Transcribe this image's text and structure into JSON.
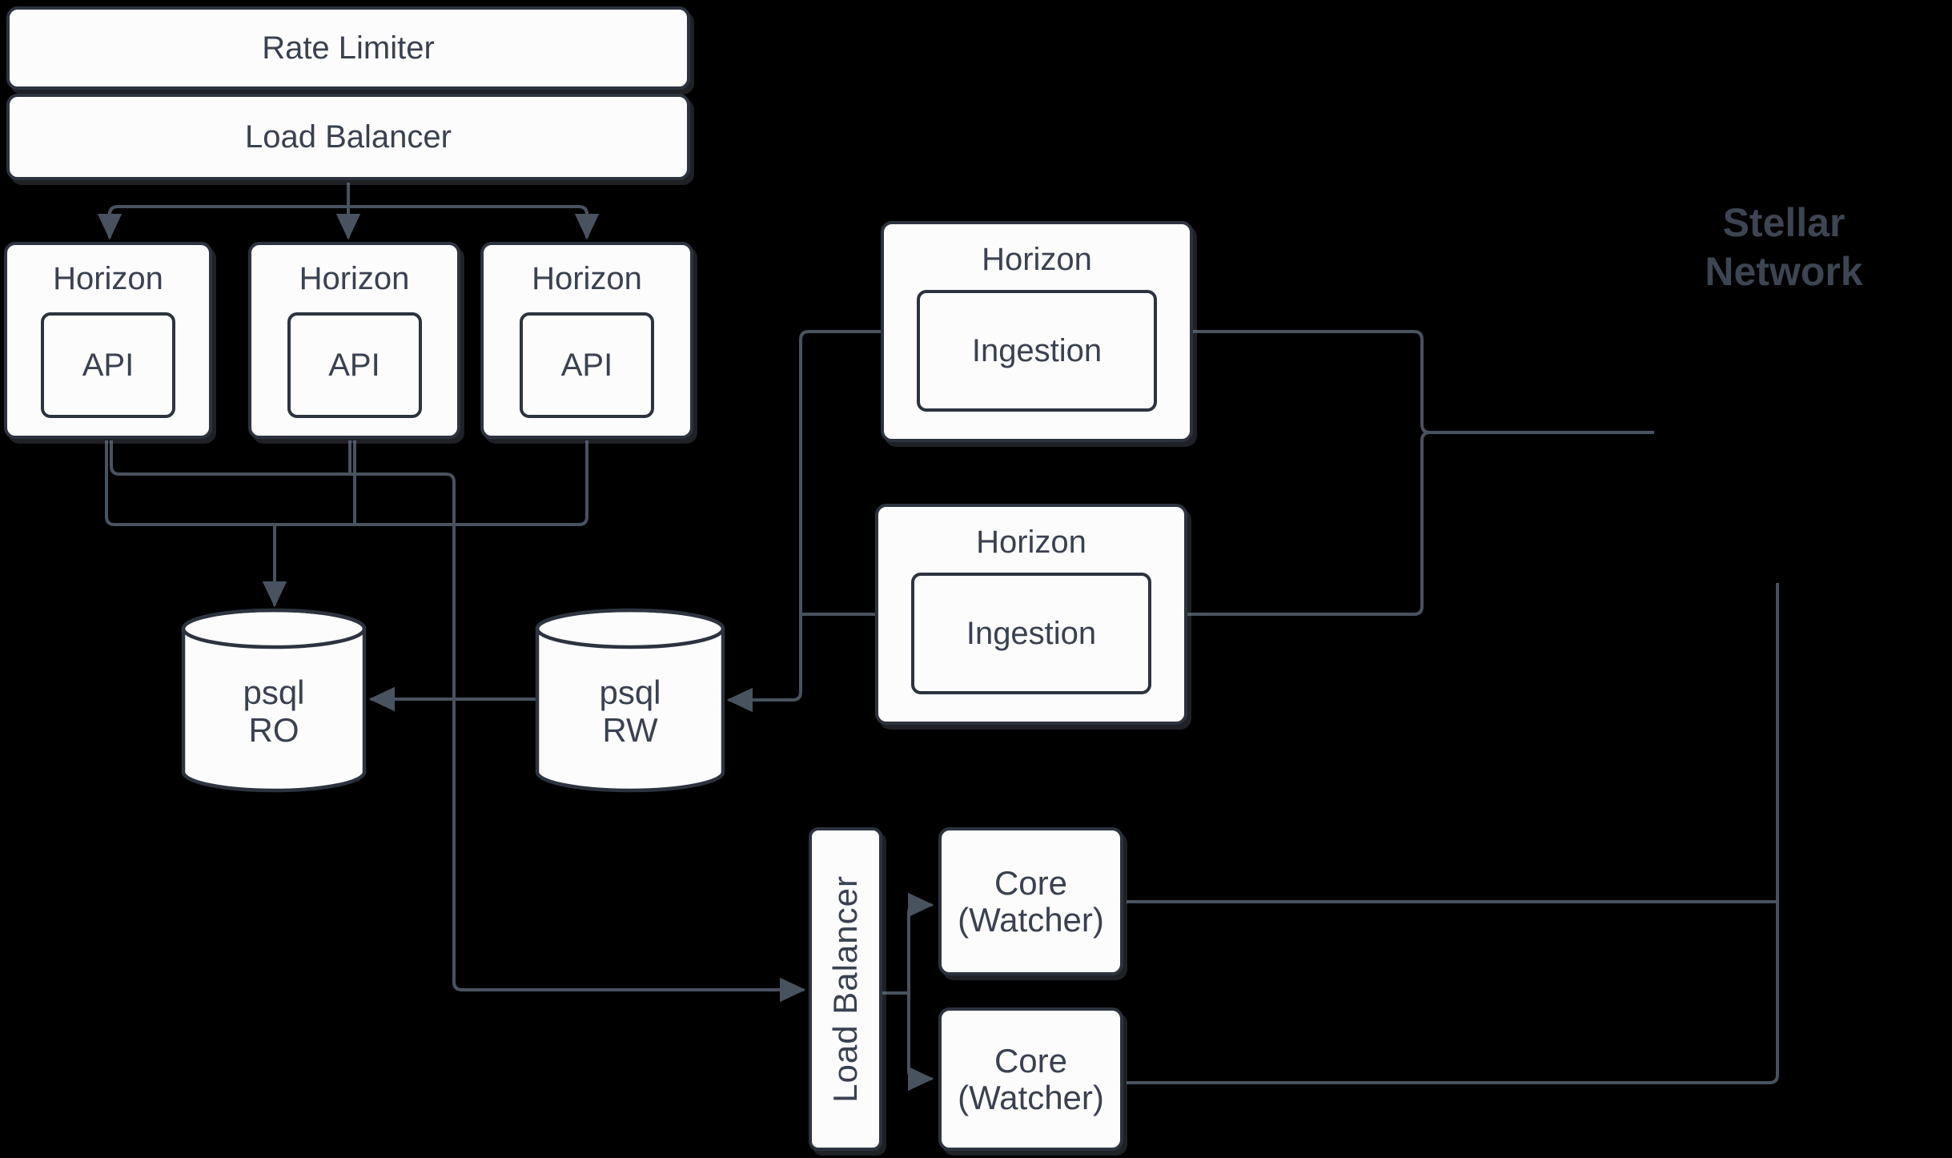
{
  "diagram": {
    "type": "architecture-diagram",
    "colors": {
      "bg": "#000000",
      "fill": "#fcfcfc",
      "border": "#2d333e",
      "edge": "#49525f",
      "text": "#3a4150",
      "label": "#3d4552"
    },
    "nodes": {
      "rate_limiter": {
        "label": "Rate Limiter"
      },
      "load_balancer_top": {
        "label": "Load Balancer"
      },
      "horizon_api_1": {
        "title": "Horizon",
        "child": "API"
      },
      "horizon_api_2": {
        "title": "Horizon",
        "child": "API"
      },
      "horizon_api_3": {
        "title": "Horizon",
        "child": "API"
      },
      "horizon_ingestion_1": {
        "title": "Horizon",
        "child": "Ingestion"
      },
      "horizon_ingestion_2": {
        "title": "Horizon",
        "child": "Ingestion"
      },
      "psql_ro": {
        "line1": "psql",
        "line2": "RO"
      },
      "psql_rw": {
        "line1": "psql",
        "line2": "RW"
      },
      "load_balancer_bottom": {
        "label": "Load Balancer"
      },
      "core_watcher_1": {
        "line1": "Core",
        "line2": "(Watcher)"
      },
      "core_watcher_2": {
        "line1": "Core",
        "line2": "(Watcher)"
      }
    },
    "external_label": {
      "line1": "Stellar",
      "line2": "Network"
    }
  }
}
